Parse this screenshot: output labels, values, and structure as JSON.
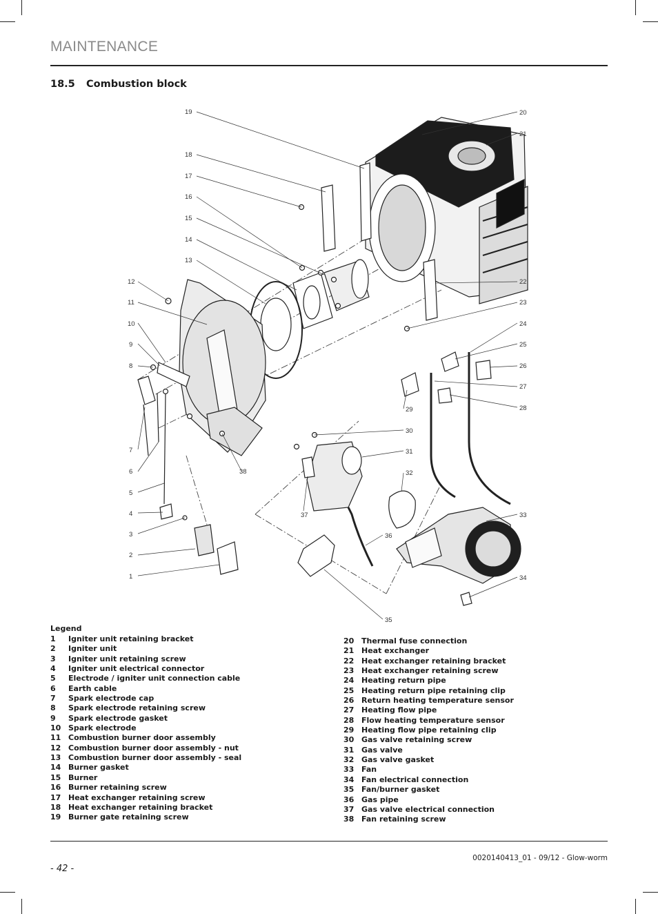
{
  "header": {
    "title": "MAINTENANCE"
  },
  "section": {
    "number": "18.5",
    "title": "Combustion block"
  },
  "figure": {
    "callouts": [
      "1",
      "2",
      "3",
      "4",
      "5",
      "6",
      "7",
      "8",
      "9",
      "10",
      "11",
      "12",
      "13",
      "14",
      "15",
      "16",
      "17",
      "18",
      "19",
      "20",
      "21",
      "22",
      "23",
      "24",
      "25",
      "26",
      "27",
      "28",
      "29",
      "30",
      "31",
      "32",
      "33",
      "34",
      "35",
      "36",
      "37",
      "38"
    ]
  },
  "legend": {
    "title": "Legend",
    "items": [
      {
        "num": "1",
        "label": "Igniter unit retaining bracket"
      },
      {
        "num": "2",
        "label": "Igniter unit"
      },
      {
        "num": "3",
        "label": "Igniter unit retaining screw"
      },
      {
        "num": "4",
        "label": "Igniter unit electrical connector"
      },
      {
        "num": "5",
        "label": "Electrode / igniter unit connection cable"
      },
      {
        "num": "6",
        "label": "Earth cable"
      },
      {
        "num": "7",
        "label": "Spark electrode cap"
      },
      {
        "num": "8",
        "label": "Spark electrode retaining screw"
      },
      {
        "num": "9",
        "label": "Spark electrode gasket"
      },
      {
        "num": "10",
        "label": "Spark electrode"
      },
      {
        "num": "11",
        "label": "Combustion burner door assembly"
      },
      {
        "num": "12",
        "label": "Combustion burner door assembly - nut"
      },
      {
        "num": "13",
        "label": "Combustion burner door assembly - seal"
      },
      {
        "num": "14",
        "label": "Burner gasket"
      },
      {
        "num": "15",
        "label": "Burner"
      },
      {
        "num": "16",
        "label": "Burner retaining screw"
      },
      {
        "num": "17",
        "label": "Heat exchanger retaining screw"
      },
      {
        "num": "18",
        "label": "Heat exchanger retaining bracket"
      },
      {
        "num": "19",
        "label": "Burner gate retaining screw"
      },
      {
        "num": "20",
        "label": "Thermal fuse connection"
      },
      {
        "num": "21",
        "label": "Heat exchanger"
      },
      {
        "num": "22",
        "label": "Heat exchanger retaining bracket"
      },
      {
        "num": "23",
        "label": "Heat exchanger retaining screw"
      },
      {
        "num": "24",
        "label": "Heating return pipe"
      },
      {
        "num": "25",
        "label": "Heating return pipe retaining clip"
      },
      {
        "num": "26",
        "label": "Return heating temperature sensor"
      },
      {
        "num": "27",
        "label": "Heating flow pipe"
      },
      {
        "num": "28",
        "label": "Flow heating temperature sensor"
      },
      {
        "num": "29",
        "label": "Heating flow pipe retaining clip"
      },
      {
        "num": "30",
        "label": "Gas valve retaining screw"
      },
      {
        "num": "31",
        "label": "Gas valve"
      },
      {
        "num": "32",
        "label": "Gas valve gasket"
      },
      {
        "num": "33",
        "label": "Fan"
      },
      {
        "num": "34",
        "label": "Fan electrical connection"
      },
      {
        "num": "35",
        "label": "Fan/burner gasket"
      },
      {
        "num": "36",
        "label": "Gas pipe"
      },
      {
        "num": "37",
        "label": "Gas valve electrical connection"
      },
      {
        "num": "38",
        "label": "Fan retaining screw"
      }
    ]
  },
  "footer": {
    "doc_ref": "0020140413_01 - 09/12 - Glow-worm",
    "page": "- 42 -"
  }
}
